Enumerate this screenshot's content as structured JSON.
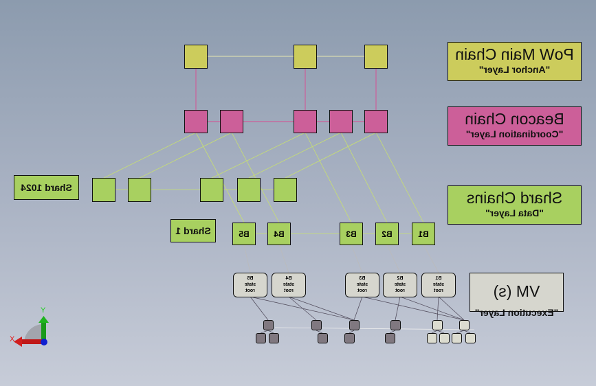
{
  "labels": {
    "pow": {
      "title": "PoW Main Chain",
      "subtitle": "\"Anchor Layer\""
    },
    "beacon": {
      "title": "Beacon Chain",
      "subtitle": "\"Coordination Layer\""
    },
    "shard": {
      "title": "Shard Chains",
      "subtitle": "\"Data Layer\""
    },
    "vm": {
      "title": "VM (s)",
      "subtitle": "\"Execution Layer\""
    },
    "shard1024": "Shard 1024",
    "shard1": "Shard 1"
  },
  "shard1_blocks": [
    "B5",
    "B4",
    "B3",
    "B2",
    "B1"
  ],
  "vm_boxes": [
    "B5\nstate\nroot",
    "B4\nstate\nroot",
    "B3\nstate\nroot",
    "B2\nstate\nroot",
    "B1\nstate\nroot"
  ],
  "axes": {
    "x": "X",
    "y": "Y"
  },
  "colors": {
    "pow": "#cccc5c",
    "beacon": "#cc5f99",
    "shard": "#a8d060",
    "vm": "#d6d6ce"
  }
}
